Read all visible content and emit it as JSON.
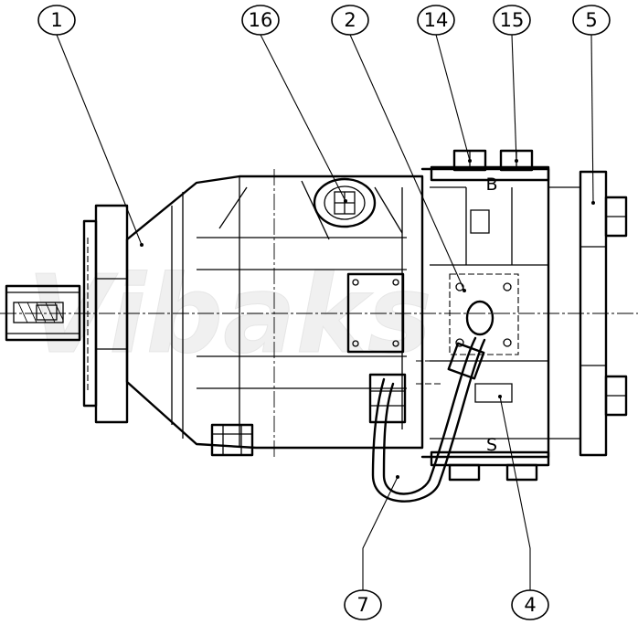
{
  "watermark": "Vibaks",
  "callouts": [
    {
      "number": "1"
    },
    {
      "number": "16"
    },
    {
      "number": "2"
    },
    {
      "number": "14"
    },
    {
      "number": "15"
    },
    {
      "number": "5"
    },
    {
      "number": "7"
    },
    {
      "number": "4"
    }
  ],
  "port_labels": {
    "pressure_port": "B",
    "suction_port": "S"
  },
  "colors": {
    "line": "#000000",
    "background": "#ffffff",
    "watermark": "#ececec"
  }
}
